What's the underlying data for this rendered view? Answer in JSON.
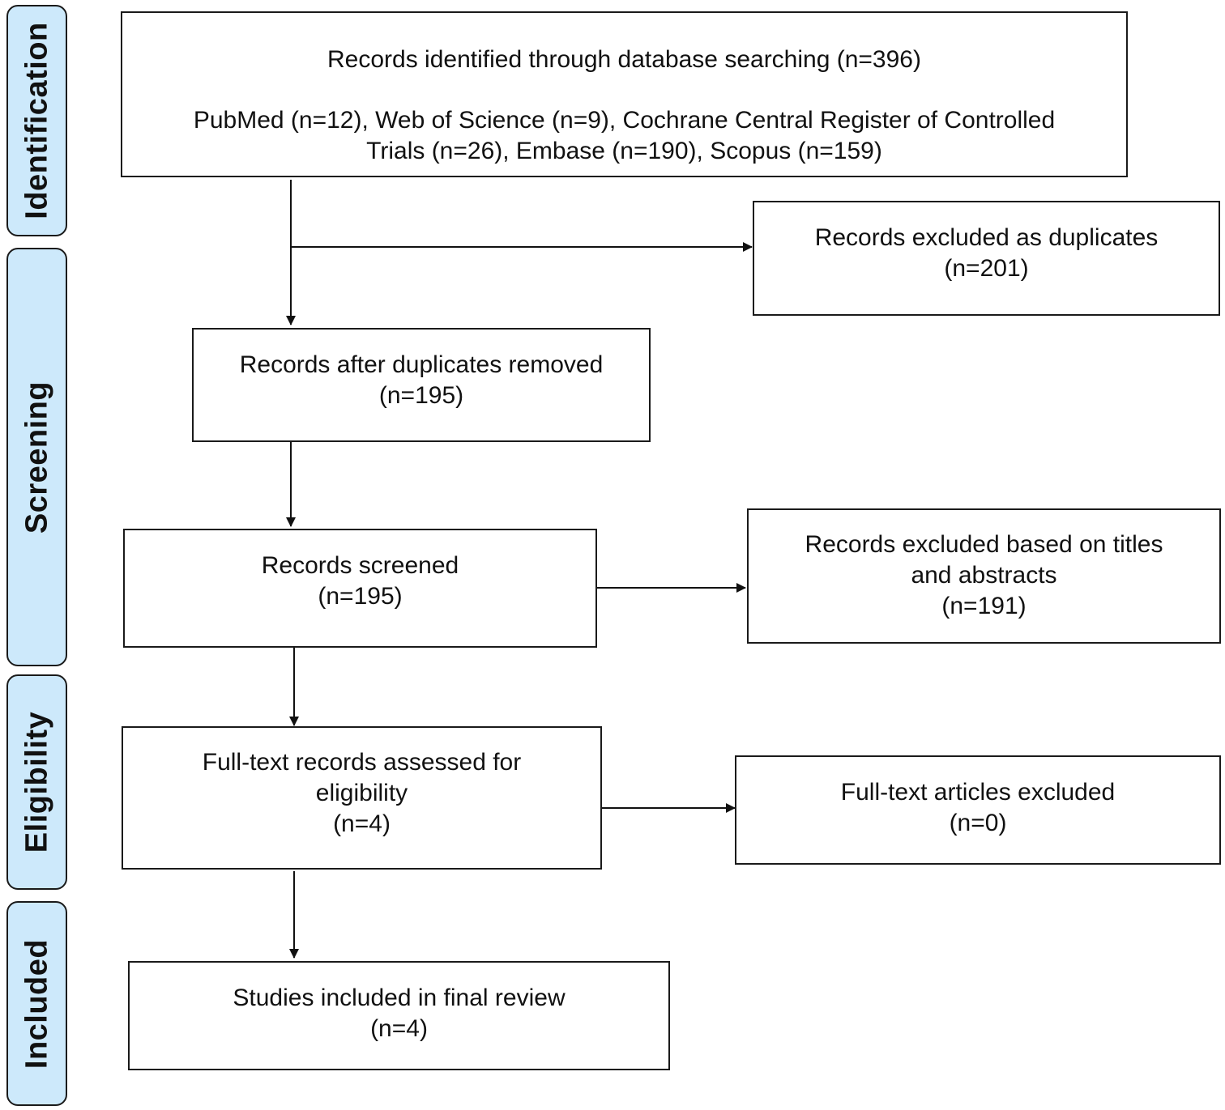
{
  "phases": {
    "identification": "Identification",
    "screening": "Screening",
    "eligibility": "Eligibility",
    "included": "Included"
  },
  "boxes": {
    "identified": {
      "title": "Records identified through database searching (n=396)",
      "sources_line1": "PubMed (n=12), Web of Science (n=9), Cochrane Central Register of Controlled",
      "sources_line2": "Trials (n=26), Embase (n=190), Scopus (n=159)"
    },
    "duplicates_excluded": {
      "line1": "Records excluded as duplicates",
      "count": "(n=201)"
    },
    "after_duplicates": {
      "line1": "Records after duplicates removed",
      "count": "(n=195)"
    },
    "screened": {
      "line1": "Records screened",
      "count": "(n=195)"
    },
    "excluded_titles": {
      "line1": "Records excluded based on titles",
      "line2": "and abstracts",
      "count": "(n=191)"
    },
    "fulltext_assessed": {
      "line1": "Full-text records assessed for",
      "line2": "eligibility",
      "count": "(n=4)"
    },
    "fulltext_excluded": {
      "line1": "Full-text articles excluded",
      "count": "(n=0)"
    },
    "included_final": {
      "line1": "Studies included in final review",
      "count": "(n=4)"
    }
  }
}
